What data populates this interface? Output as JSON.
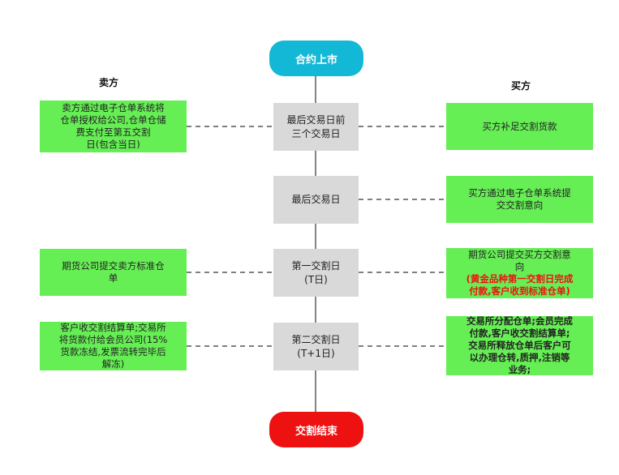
{
  "start": "合约上市",
  "end": "交割结束",
  "seller_label": "卖方",
  "buyer_label": "买方",
  "steps": [
    {
      "line1": "最后交易日前",
      "line2": "三个交易日"
    },
    {
      "line1": "最后交易日",
      "line2": ""
    },
    {
      "line1": "第一交割日",
      "line2": "(T日)"
    },
    {
      "line1": "第二交割日",
      "line2": "(T+1日)"
    }
  ],
  "seller": [
    {
      "lines": [
        "卖方通过电子仓单系统将",
        "仓单授权给公司,仓单仓储",
        "费支付至第五交割",
        "日(包含当日)"
      ]
    },
    {
      "lines": [
        "期货公司提交卖方标准仓",
        "单"
      ]
    },
    {
      "lines": [
        "客户收交割结算单;交易所",
        "将货款付给会员公司(15%",
        "货款冻结,发票流转完毕后",
        "解冻)"
      ]
    }
  ],
  "buyer": [
    {
      "lines": [
        "买方补足交割货款"
      ]
    },
    {
      "lines": [
        "买方通过电子仓单系统提",
        "交交割意向"
      ]
    },
    {
      "lines": [
        "期货公司提交买方交割意",
        "向"
      ],
      "red_lines": [
        "(黄金品种第一交割日完成",
        "付款,客户收到标准仓单)"
      ]
    },
    {
      "lines": [
        "交易所分配仓单;会员完成",
        "付款,客户收交割结算单;",
        "交易所释放仓单后客户可",
        "以办理仓转,质押,注销等",
        "业务;"
      ]
    }
  ]
}
